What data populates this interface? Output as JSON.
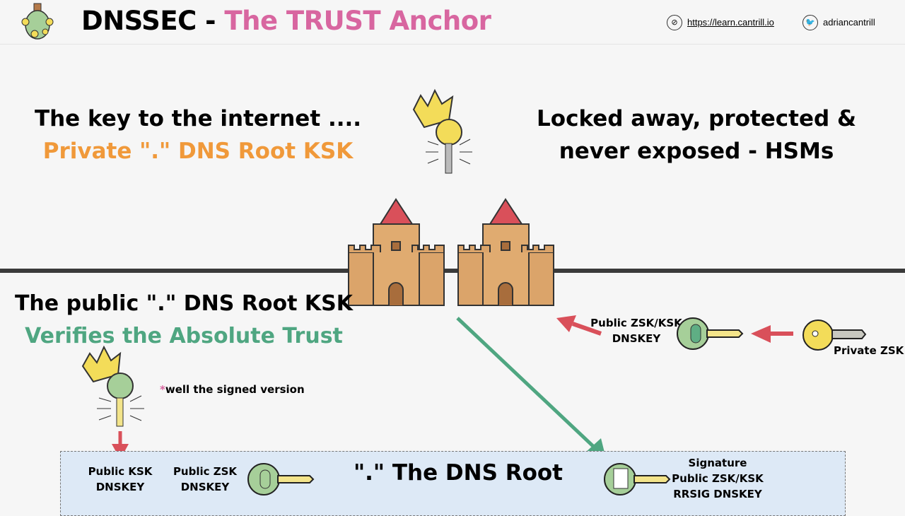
{
  "header": {
    "title_prefix": "DNSSEC - ",
    "title_highlight": "The TRUST Anchor",
    "website": "https://learn.cantrill.io",
    "twitter": "adriancantrill",
    "website_icon": "compass-icon",
    "twitter_icon": "twitter-icon"
  },
  "top": {
    "left_line1": "The key to the internet ....",
    "left_line2": "Private \".\" DNS Root KSK",
    "right_line1": "Locked away, protected &",
    "right_line2": "never exposed - HSMs"
  },
  "middle": {
    "line1": "The public \".\" DNS Root KSK",
    "line2": "Verifies the Absolute Trust",
    "footnote_star": "*",
    "footnote": "well the signed version"
  },
  "zsk_flow": {
    "public_label1": "Public ZSK/KSK",
    "public_label2": "DNSKEY",
    "private_label": "Private ZSK"
  },
  "root_zone": {
    "title": "\".\" The DNS Root",
    "ksk1": "Public KSK",
    "ksk2": "DNSKEY",
    "zsk1": "Public ZSK",
    "zsk2": "DNSKEY",
    "sig1": "Signature",
    "sig2": "Public ZSK/KSK",
    "sig3": "RRSIG DNSKEY"
  },
  "colors": {
    "pink": "#d866a0",
    "orange": "#f0993a",
    "green": "#4fa681",
    "red": "#d9505a",
    "castle": "#dba46a"
  }
}
